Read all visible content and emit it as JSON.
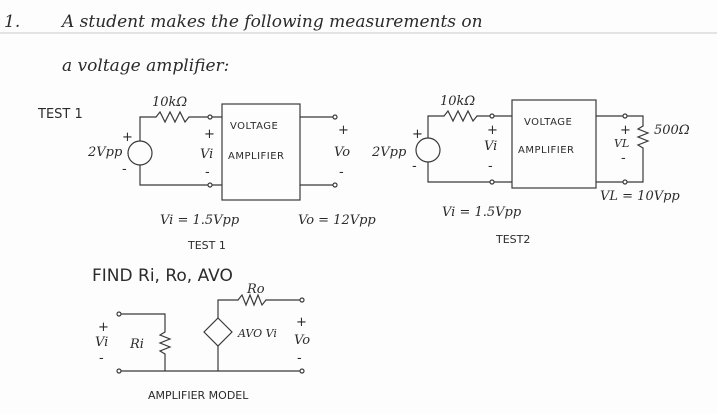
{
  "problem": {
    "number": "1.",
    "statement_line1": "A student makes the following measurements on",
    "statement_line2": "a voltage amplifier:"
  },
  "test1": {
    "label": "TEST 1",
    "resistor": "10kΩ",
    "source": "2Vpp",
    "vi_label": "Vi",
    "amplifier_line1": "VOLTAGE",
    "amplifier_line2": "AMPLIFIER",
    "vo_label": "Vo",
    "plus": "+",
    "minus": "-",
    "vi_meas": "Vi = 1.5Vpp",
    "vo_meas": "Vo = 12Vpp",
    "caption": "TEST 1"
  },
  "test2": {
    "label": "10kΩ",
    "source": "2Vpp",
    "vi_label": "Vi",
    "amplifier_line1": "VOLTAGE",
    "amplifier_line2": "AMPLIFIER",
    "vl_label": "VL",
    "load": "500Ω",
    "plus": "+",
    "minus": "-",
    "vi_meas": "Vi = 1.5Vpp",
    "vl_meas": "VL = 10Vpp",
    "caption": "TEST2"
  },
  "task": {
    "text": "FIND Ri, Ro, AVO"
  },
  "model": {
    "ro": "Ro",
    "vi": "Vi",
    "ri": "Ri",
    "source": "AVO Vi",
    "vo": "Vo",
    "plus": "+",
    "minus": "-",
    "caption": "AMPLIFIER MODEL"
  }
}
